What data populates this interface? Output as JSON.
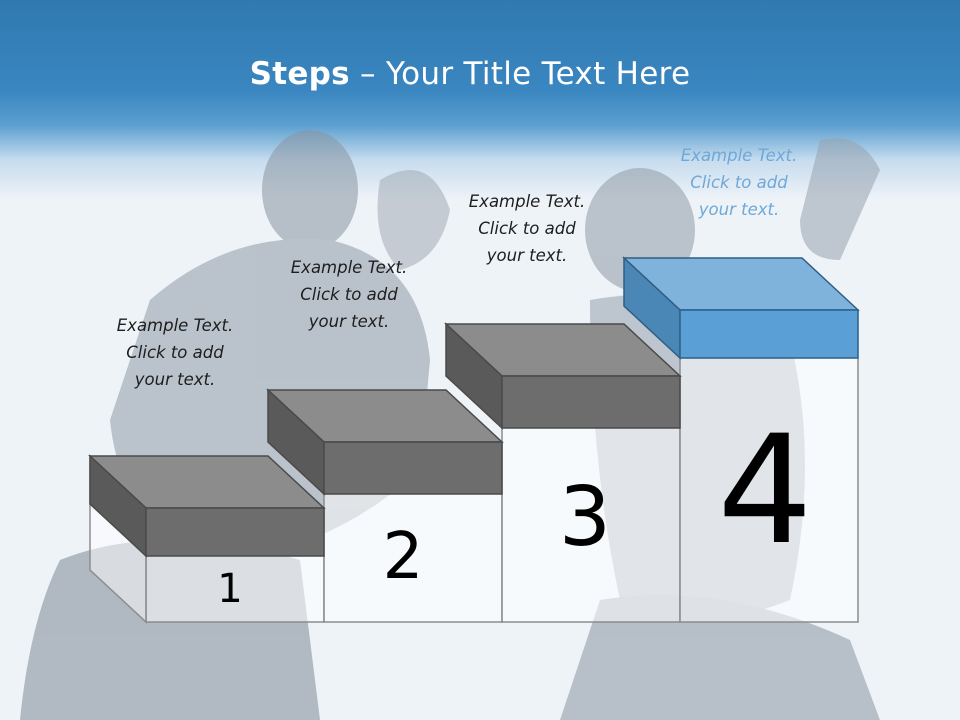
{
  "title": {
    "bold": "Steps",
    "rest": " – Your Title Text Here"
  },
  "steps": [
    {
      "number": "1",
      "line1": "Example Text.",
      "line2": "Click  to add",
      "line3": "your text."
    },
    {
      "number": "2",
      "line1": "Example Text.",
      "line2": "Click  to add",
      "line3": "your text."
    },
    {
      "number": "3",
      "line1": "Example Text.",
      "line2": "Click  to add",
      "line3": "your text."
    },
    {
      "number": "4",
      "line1": "Example Text.",
      "line2": "Click  to add",
      "line3": "your text."
    }
  ],
  "colors": {
    "header": "#3a86c0",
    "gray_top": "#8c8c8c",
    "gray_front": "#6d6d6d",
    "gray_side": "#5a5a5a",
    "blue_top": "#7fb3dc",
    "blue_front": "#5aa0d6",
    "blue_side": "#4a86b6",
    "accent_text": "#6fa8d8"
  }
}
